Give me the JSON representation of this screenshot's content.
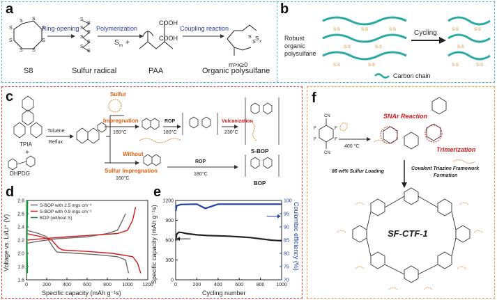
{
  "panel_a": {
    "label": "a",
    "s8": "S8",
    "ring_opening": "Ring-opening",
    "polymerization": "Polymerization",
    "sm": "S",
    "cooh1": "COOH",
    "cooh2": "COOH",
    "coupling": "Coupling reaction",
    "sx": "S",
    "sulfur_radical": "Sulfur radical",
    "paa": "PAA",
    "organic_polysulfane": "Organic polysulfane",
    "mx": "m>x≥0",
    "colors": {
      "arrow_text": "#2c3e9e"
    }
  },
  "panel_b": {
    "label": "b",
    "robust": "Robust",
    "organic": "organic",
    "polysulfane": "polysulfane",
    "cycling": "Cycling",
    "carbon_chain": "Carbon chain",
    "colors": {
      "chain": "#2aa9a5",
      "sulfur": "#e08a2c"
    }
  },
  "panel_c": {
    "label": "c",
    "tpia": "TPIA",
    "plus": "+",
    "dhpdg": "DHPDG",
    "toluene": "Toluene",
    "reflux": "Reflux",
    "sulfur_impregnation": "Sulfur",
    "sulfur_impregnation2": "Impregnation",
    "t160a": "160°C",
    "rop1": "ROP",
    "t180a": "180°C",
    "vulcanization": "Vulcanization",
    "t230": "230°C",
    "sbop": "S-BOP",
    "without": "Without",
    "without2": "Sulfur Impregnation",
    "t160b": "160°C",
    "rop2": "ROP",
    "t180b": "180°C",
    "bop": "BOP"
  },
  "panel_d": {
    "label": "d",
    "ylabel": "Voltage vs. Li/Li⁺ (V)",
    "xlabel": "Specific capacity (mAh g⁻¹s)",
    "legend": [
      "S-BOP with 2.5 mgs cm⁻²",
      "S-BOP with 0.9 mgs cm⁻²",
      "BOP (without S)"
    ]
  },
  "panel_e": {
    "label": "e",
    "ylabel_left": "Specific capacity (mAh g⁻¹s)",
    "ylabel_right": "Coulombic efficiency (%)",
    "xlabel": "Cycling number"
  },
  "panel_f": {
    "label": "f",
    "t400": "400 °C",
    "snar": "SNAr Reaction",
    "trimerization": "Trimerization",
    "loading": "86 wt% Sulfur Loading",
    "ctf_formation1": "Covalent Triazine Framework",
    "ctf_formation2": "Formation",
    "sfctf": "SF-CTF-1"
  },
  "chart_data": [
    {
      "type": "line",
      "panel": "d",
      "xlabel": "Specific capacity (mAh g⁻¹s)",
      "ylabel": "Voltage vs. Li/Li⁺ (V)",
      "xlim": [
        0,
        1200
      ],
      "ylim": [
        1.6,
        2.8
      ],
      "xticks": [
        0,
        200,
        400,
        600,
        800,
        1000,
        1200
      ],
      "yticks": [
        1.6,
        1.8,
        2.0,
        2.2,
        2.4,
        2.6,
        2.8
      ],
      "legend_position": "top-left",
      "series": [
        {
          "name": "S-BOP with 2.5 mgs cm⁻²",
          "color": "#6b6b6b",
          "discharge": [
            [
              0,
              2.35
            ],
            [
              50,
              2.33
            ],
            [
              120,
              2.3
            ],
            [
              200,
              2.25
            ],
            [
              260,
              2.1
            ],
            [
              300,
              2.02
            ],
            [
              500,
              2.0
            ],
            [
              700,
              1.98
            ],
            [
              900,
              1.95
            ],
            [
              980,
              1.9
            ],
            [
              1010,
              1.7
            ]
          ],
          "charge": [
            [
              0,
              2.15
            ],
            [
              100,
              2.18
            ],
            [
              300,
              2.22
            ],
            [
              600,
              2.25
            ],
            [
              800,
              2.3
            ],
            [
              900,
              2.35
            ],
            [
              950,
              2.5
            ],
            [
              980,
              2.6
            ]
          ]
        },
        {
          "name": "S-BOP with 0.9 mgs cm⁻²",
          "color": "#d11a1a",
          "discharge": [
            [
              0,
              2.3
            ],
            [
              60,
              2.28
            ],
            [
              150,
              2.25
            ],
            [
              250,
              2.2
            ],
            [
              320,
              2.08
            ],
            [
              360,
              2.05
            ],
            [
              600,
              2.03
            ],
            [
              850,
              2.0
            ],
            [
              1050,
              1.95
            ],
            [
              1100,
              1.85
            ],
            [
              1130,
              1.7
            ]
          ],
          "charge": [
            [
              0,
              2.2
            ],
            [
              150,
              2.22
            ],
            [
              400,
              2.25
            ],
            [
              700,
              2.28
            ],
            [
              900,
              2.3
            ],
            [
              1000,
              2.35
            ],
            [
              1050,
              2.5
            ],
            [
              1080,
              2.7
            ]
          ]
        },
        {
          "name": "BOP (without S)",
          "color": "#1a8f3a",
          "discharge": [
            [
              0,
              2.8
            ],
            [
              5,
              2.2
            ],
            [
              10,
              1.7
            ]
          ],
          "charge": [
            [
              0,
              1.7
            ],
            [
              8,
              2.5
            ],
            [
              12,
              2.8
            ]
          ]
        }
      ]
    },
    {
      "type": "scatter",
      "panel": "e",
      "xlabel": "Cycling number",
      "ylabel": "Specific capacity (mAh g⁻¹s)",
      "y2label": "Coulombic efficiency (%)",
      "xlim": [
        0,
        1000
      ],
      "ylim": [
        0,
        1200
      ],
      "y2lim": [
        70,
        100
      ],
      "xticks": [
        0,
        200,
        400,
        600,
        800,
        1000
      ],
      "yticks": [
        0,
        300,
        600,
        900,
        1200
      ],
      "y2ticks": [
        70,
        75,
        80,
        85,
        90,
        95,
        100
      ],
      "series": [
        {
          "name": "capacity",
          "axis": "left",
          "color": "#222222",
          "points": [
            [
              1,
              600
            ],
            [
              10,
              690
            ],
            [
              30,
              720
            ],
            [
              60,
              715
            ],
            [
              100,
              700
            ],
            [
              200,
              680
            ],
            [
              300,
              670
            ],
            [
              400,
              665
            ],
            [
              500,
              660
            ],
            [
              600,
              650
            ],
            [
              700,
              640
            ],
            [
              800,
              620
            ],
            [
              900,
              600
            ],
            [
              1000,
              590
            ]
          ]
        },
        {
          "name": "coulombic efficiency",
          "axis": "right",
          "color": "#1f3f9e",
          "points": [
            [
              1,
              96
            ],
            [
              10,
              98
            ],
            [
              50,
              98.5
            ],
            [
              200,
              98.6
            ],
            [
              280,
              97.0
            ],
            [
              400,
              98.6
            ],
            [
              600,
              98.6
            ],
            [
              800,
              98.6
            ],
            [
              1000,
              98.6
            ]
          ]
        }
      ]
    }
  ]
}
